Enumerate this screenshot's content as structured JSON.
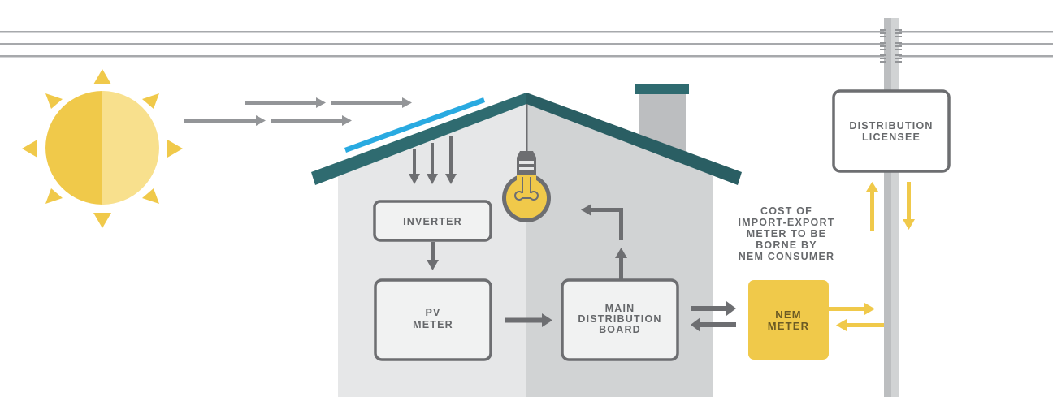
{
  "diagram": {
    "title": "Net Energy Metering (NEM) connection scheme",
    "nodes": {
      "sun": {
        "label": ""
      },
      "inverter": {
        "label": "INVERTER"
      },
      "pv_meter": {
        "lines": [
          "PV",
          "METER"
        ]
      },
      "main_board": {
        "lines": [
          "MAIN",
          "DISTRIBUTION",
          "BOARD"
        ]
      },
      "nem_meter": {
        "lines": [
          "NEM",
          "METER"
        ]
      },
      "distribution_licensee": {
        "lines": [
          "DISTRIBUTION",
          "LICENSEE"
        ]
      }
    },
    "note": {
      "lines": [
        "COST OF",
        "IMPORT-EXPORT",
        "METER TO BE",
        "BORNE BY",
        "NEM CONSUMER"
      ]
    },
    "flows": [
      {
        "from": "sun",
        "to": "solar-panel",
        "kind": "sunlight"
      },
      {
        "from": "solar-panel",
        "to": "inverter",
        "kind": "dc"
      },
      {
        "from": "inverter",
        "to": "pv_meter",
        "kind": "ac"
      },
      {
        "from": "pv_meter",
        "to": "main_board",
        "kind": "ac"
      },
      {
        "from": "main_board",
        "to": "light-bulb",
        "kind": "load"
      },
      {
        "from": "main_board",
        "to": "nem_meter",
        "kind": "export"
      },
      {
        "from": "nem_meter",
        "to": "main_board",
        "kind": "import"
      },
      {
        "from": "nem_meter",
        "to": "grid-pole",
        "kind": "export"
      },
      {
        "from": "grid-pole",
        "to": "nem_meter",
        "kind": "import"
      },
      {
        "from": "grid-pole",
        "to": "distribution_licensee",
        "kind": "up"
      },
      {
        "from": "distribution_licensee",
        "to": "grid-pole",
        "kind": "down"
      }
    ],
    "colors": {
      "sun_dark": "#f0c94a",
      "sun_light": "#f8e08d",
      "roof": "#2f6b70",
      "solar_panel": "#29aae1",
      "wall_light": "#e6e7e8",
      "wall_dark": "#d1d3d4",
      "box_stroke": "#6d6e71",
      "nem_meter": "#f0c94a",
      "power_line": "#a7a9ac"
    }
  }
}
